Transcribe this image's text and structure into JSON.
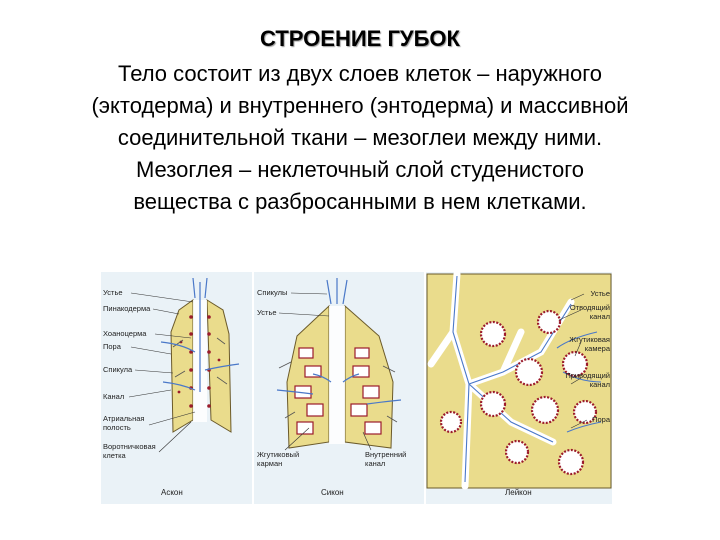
{
  "title": "СТРОЕНИЕ ГУБОК",
  "paragraph_lines": [
    "Тело состоит из двух слоев клеток – наружного",
    "(эктодерма) и внутреннего (энтодерма) и массивной",
    "соединительной ткани – мезоглеи между ними.",
    "Мезоглея – неклеточный слой студенистого",
    "вещества  с разбросанными в нем клетками."
  ],
  "figure": {
    "panels": [
      {
        "caption": "Аскон",
        "labels": [
          "Устье",
          "Пинакодерма",
          "Хоаноцерма",
          "Пора",
          "Спикула",
          "Канал",
          "Атриальная",
          "полость",
          "Воротничковая",
          "клетка"
        ]
      },
      {
        "caption": "Сикон",
        "labels": [
          "Спикулы",
          "Устье",
          "Жгутиковый",
          "карман",
          "Внутренний",
          "канал"
        ]
      },
      {
        "caption": "Лейкон",
        "labels": [
          "Устье",
          "Отводящий",
          "канал",
          "Жгутиковая",
          "камера",
          "Приводящий",
          "канал",
          "Пора"
        ]
      }
    ],
    "colors": {
      "background": "#eaf2f7",
      "mesoglea": "#eadc8c",
      "cells": "#9b1b2b",
      "water_arrows": "#4a78c8"
    }
  }
}
